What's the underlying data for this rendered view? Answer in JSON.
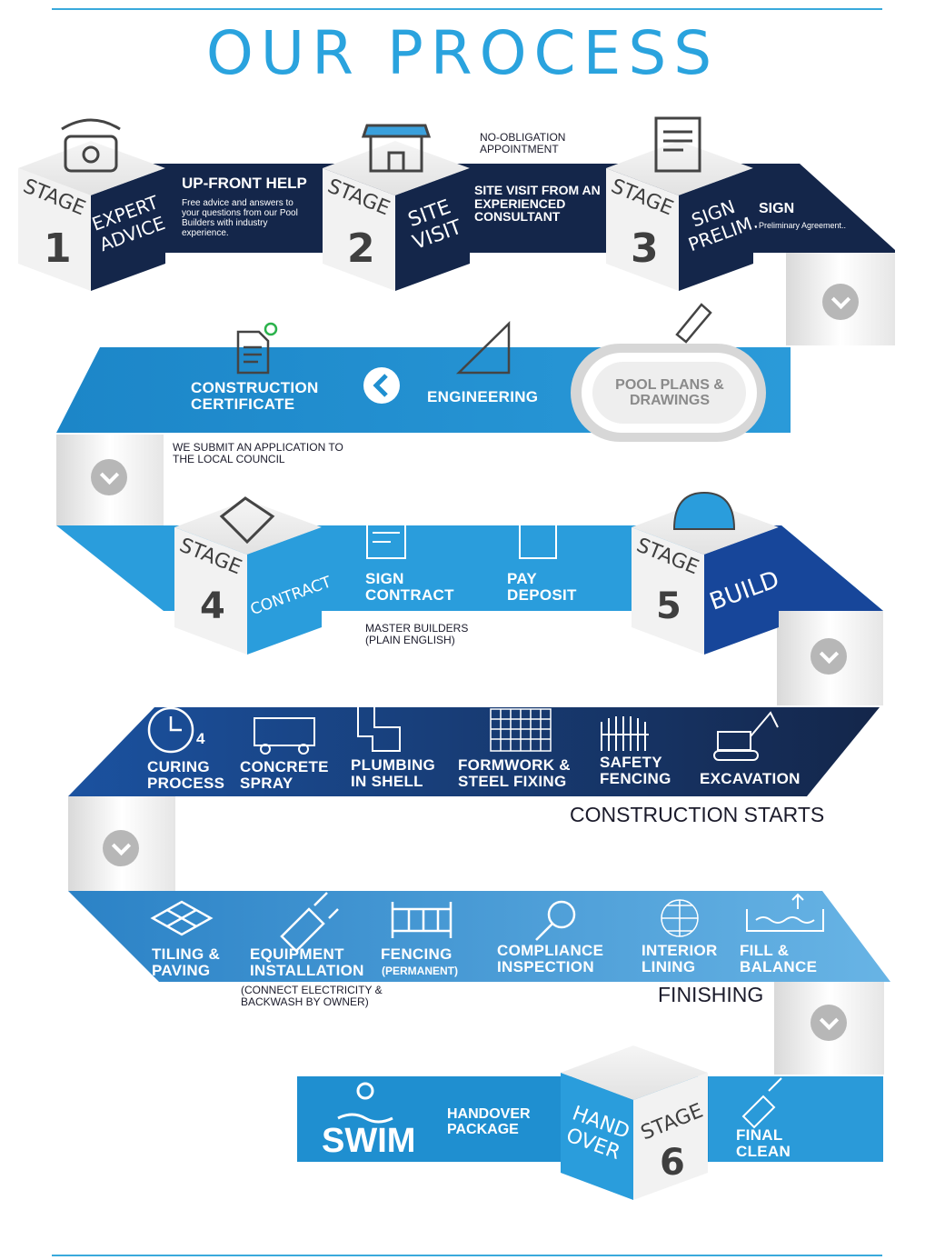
{
  "title": "OUR PROCESS",
  "colors": {
    "navy": "#14264a",
    "blue": "#1f8fd0",
    "light_blue": "#3aa0dc",
    "accent": "#2aa3de",
    "grey": "#b7b7b7"
  },
  "row1": {
    "stage1": {
      "stage": "STAGE",
      "num": "1",
      "face": "EXPERT ADVICE",
      "heading": "UP-FRONT HELP",
      "desc": "Free advice and answers to your questions from our Pool Builders with industry experience."
    },
    "stage2": {
      "stage": "STAGE",
      "num": "2",
      "face": "SITE VISIT",
      "note": "NO-OBLIGATION APPOINTMENT",
      "heading": "SITE VISIT FROM AN EXPERIENCED CONSULTANT"
    },
    "stage3": {
      "stage": "STAGE",
      "num": "3",
      "face": "SIGN PRELIM.",
      "heading": "SIGN",
      "desc": "Preliminary Agreement.."
    }
  },
  "row2": {
    "construction": "CONSTRUCTION CERTIFICATE",
    "engineering": "ENGINEERING",
    "plans": "POOL PLANS & DRAWINGS",
    "note": "WE SUBMIT AN APPLICATION TO THE LOCAL COUNCIL"
  },
  "row3": {
    "stage4": {
      "stage": "STAGE",
      "num": "4",
      "face": "CONTRACT"
    },
    "sign_contract": "SIGN CONTRACT",
    "pay_deposit": "PAY DEPOSIT",
    "note": "MASTER BUILDERS (PLAIN ENGLISH)",
    "stage5": {
      "stage": "STAGE",
      "num": "5",
      "face": "BUILD"
    }
  },
  "row4": {
    "clock_num": "4",
    "items": [
      "CURING PROCESS",
      "CONCRETE SPRAY",
      "PLUMBING IN SHELL",
      "FORMWORK & STEEL FIXING",
      "SAFETY FENCING",
      "EXCAVATION"
    ],
    "caption": "CONSTRUCTION STARTS"
  },
  "row5": {
    "tiling": "TILING & PAVING",
    "equipment": "EQUIPMENT INSTALLATION",
    "equipment_note": "(CONNECT ELECTRICITY & BACKWASH BY OWNER)",
    "fencing": "FENCING",
    "fencing_sub": "(PERMANENT)",
    "compliance": "COMPLIANCE INSPECTION",
    "interior": "INTERIOR LINING",
    "fill": "FILL & BALANCE",
    "caption": "FINISHING"
  },
  "row6": {
    "swim": "SWIM",
    "handover": "HANDOVER PACKAGE",
    "stage6": {
      "stage": "STAGE",
      "num": "6",
      "face": "HAND OVER"
    },
    "final_clean": "FINAL CLEAN"
  }
}
